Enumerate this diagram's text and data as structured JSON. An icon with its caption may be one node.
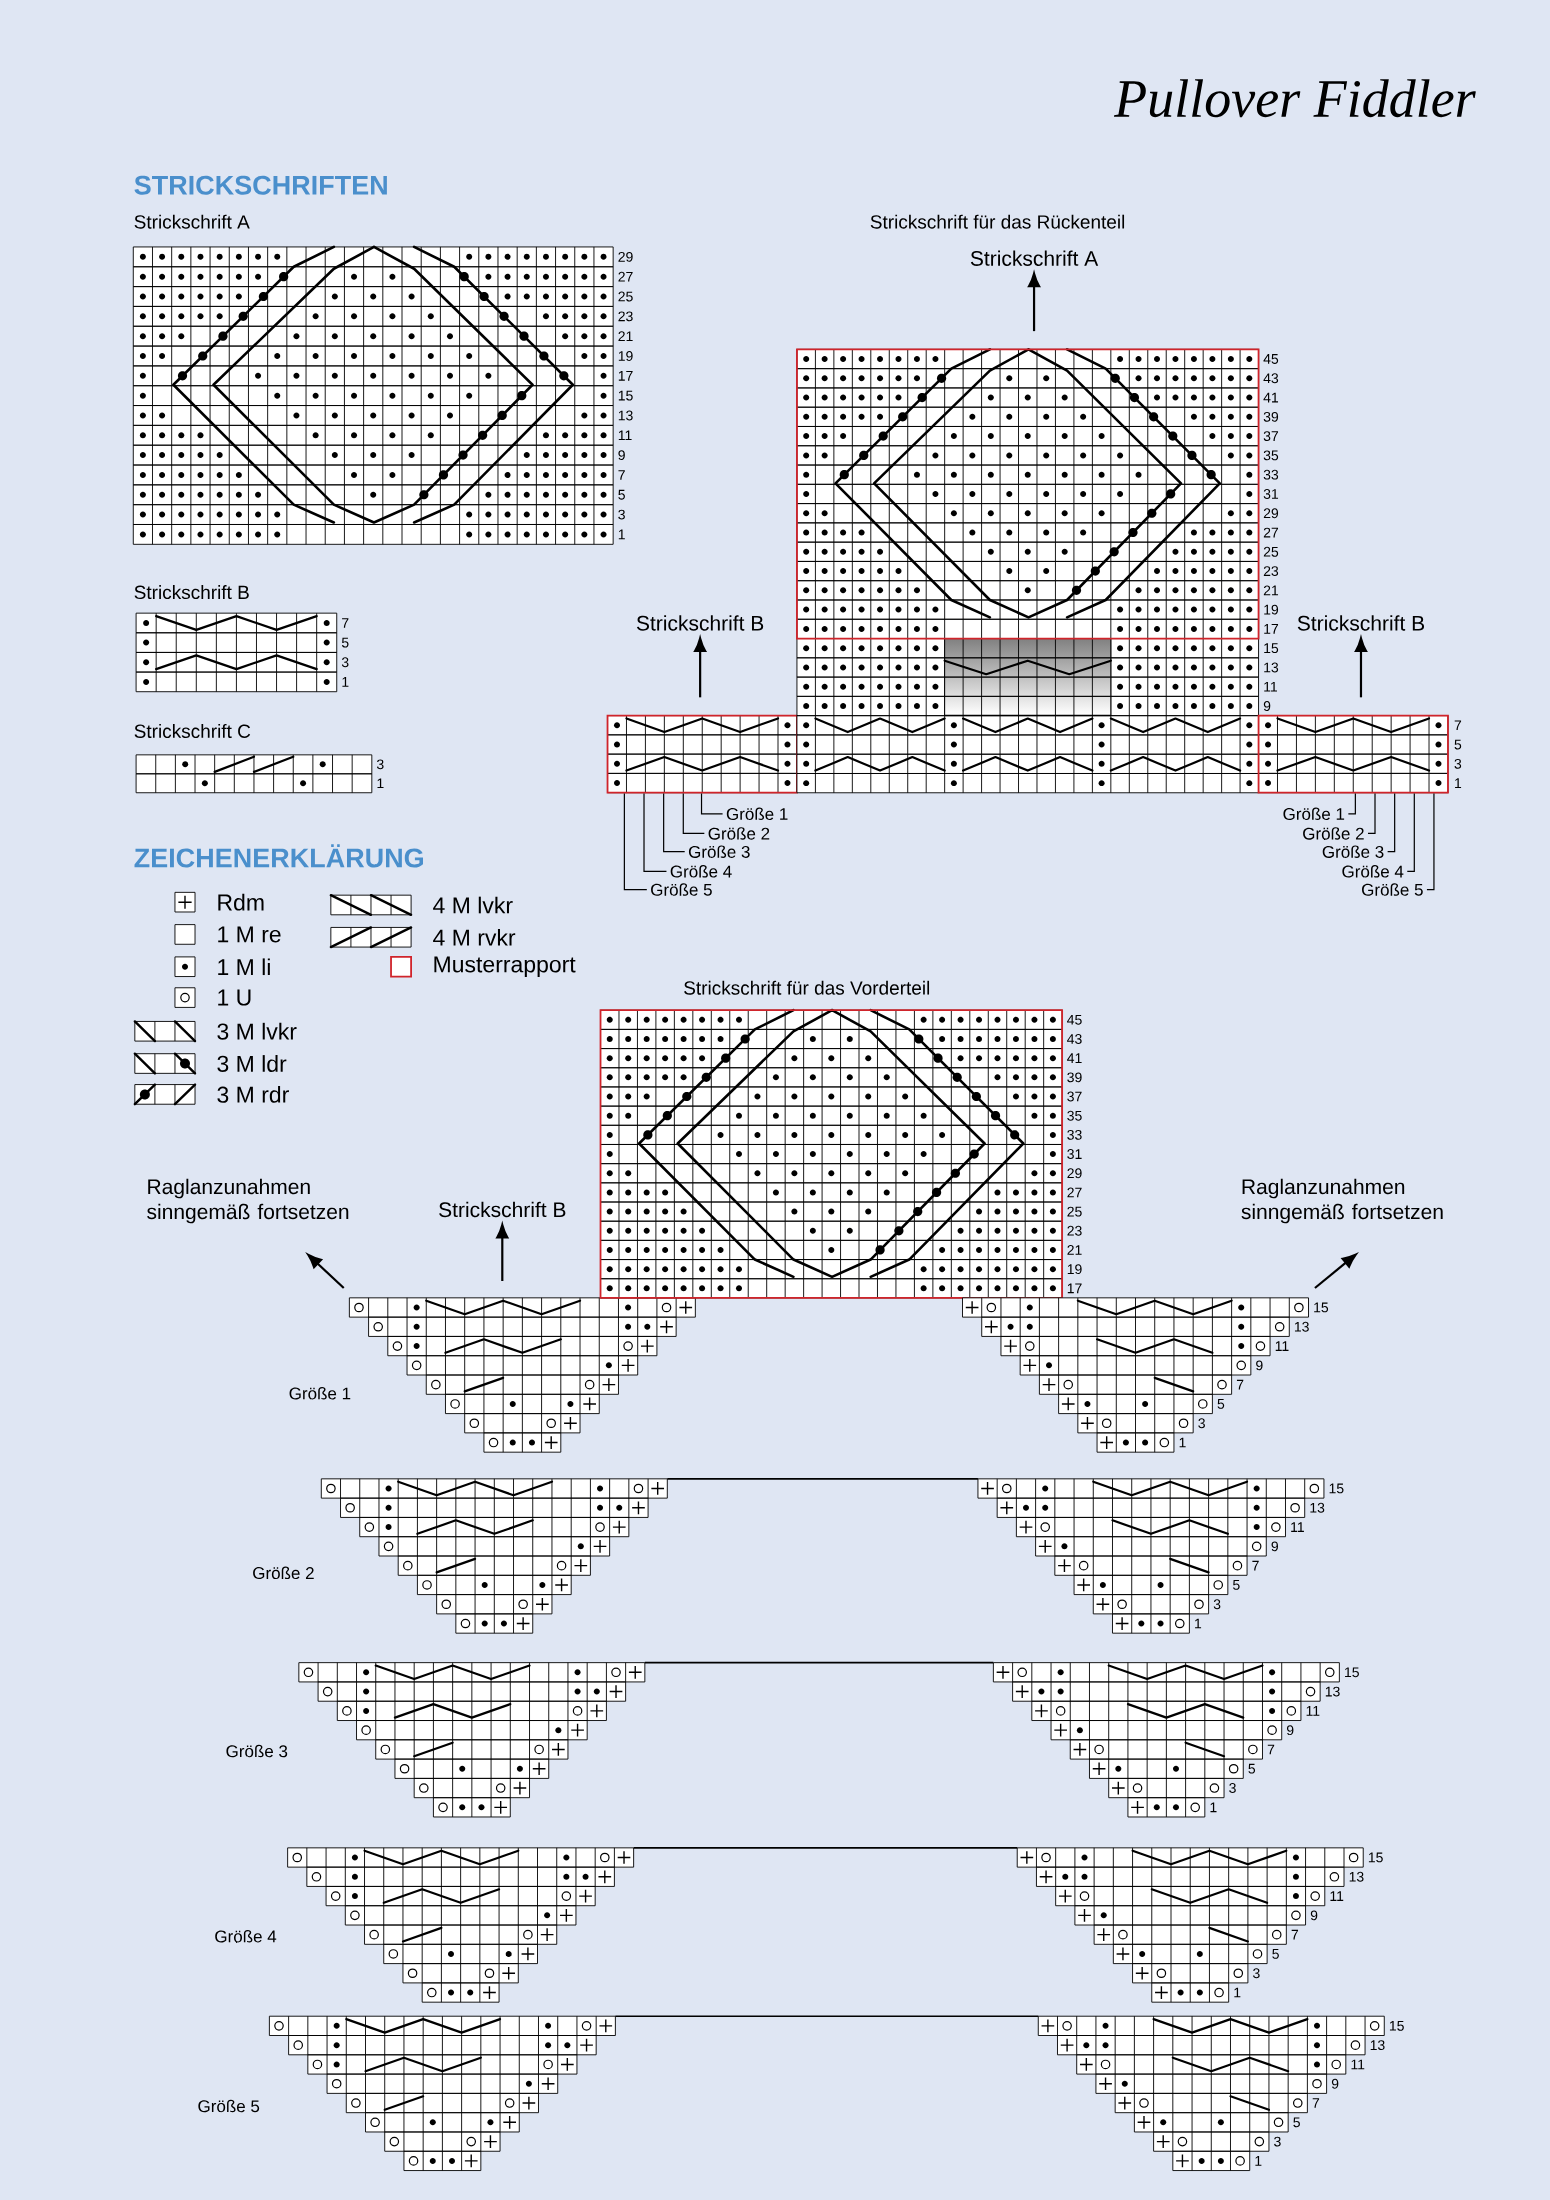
{
  "diagram": {
    "title": "Pullover Fiddler",
    "nodes": [
      {
        "text": [
          "Strickschrift A"
        ]
      },
      {
        "text": [
          "Strickschrift B"
        ]
      },
      {
        "text": [
          "Strickschrift B"
        ]
      },
      {
        "text": [],
        "shape": "grid"
      },
      {
        "text": [],
        "shape": "grid"
      },
      {
        "text": [],
        "shape": "grid"
      },
      {
        "text": [
          "Größe 1"
        ]
      },
      {
        "text": [
          "Größe 2"
        ]
      },
      {
        "text": [
          "Größe 3"
        ]
      },
      {
        "text": [
          "Größe 4"
        ]
      },
      {
        "text": [
          "Größe 5"
        ]
      },
      {
        "text": [
          "Größe 1"
        ]
      },
      {
        "text": [
          "Größe 2"
        ]
      },
      {
        "text": [
          "Größe 3"
        ]
      },
      {
        "text": [
          "Größe 4"
        ]
      },
      {
        "text": [
          "Größe 5"
        ]
      },
      {
        "text": [
          "Raglanzunahmen sinngemäß fortsetzen"
        ]
      },
      {
        "text": [
          "Strickschrift B"
        ]
      },
      {
        "text": [
          "Raglanzunahmen sinngemäß fortsetzen"
        ]
      },
      {
        "text": [],
        "shape": "grid"
      },
      {
        "text": [],
        "shape": "grid"
      },
      {
        "text": [],
        "shape": "grid"
      }
    ],
    "edges": [
      {
        "from": 4,
        "to": 0,
        "arrow": "to"
      },
      {
        "from": 3,
        "to": 1,
        "arrow": "to"
      },
      {
        "from": 5,
        "to": 2,
        "arrow": "to"
      },
      {
        "from": 6,
        "to": 3,
        "arrow": "none"
      },
      {
        "from": 7,
        "to": 3,
        "arrow": "none"
      },
      {
        "from": 8,
        "to": 3,
        "arrow": "none"
      },
      {
        "from": 9,
        "to": 3,
        "arrow": "none"
      },
      {
        "from": 10,
        "to": 3,
        "arrow": "none"
      },
      {
        "from": 11,
        "to": 5,
        "arrow": "none"
      },
      {
        "from": 12,
        "to": 5,
        "arrow": "none"
      },
      {
        "from": 13,
        "to": 5,
        "arrow": "none"
      },
      {
        "from": 14,
        "to": 5,
        "arrow": "none"
      },
      {
        "from": 15,
        "to": 5,
        "arrow": "none"
      },
      {
        "from": 19,
        "to": 16,
        "arrow": "to"
      },
      {
        "from": 19,
        "to": 17,
        "arrow": "to"
      },
      {
        "from": 21,
        "to": 18,
        "arrow": "to"
      }
    ],
    "labels": [
      "STRICKSCHRIFTEN",
      "Strickschrift A",
      "29",
      "27",
      "25",
      "23",
      "21",
      "19",
      "17",
      "15",
      "13",
      "11",
      "9",
      "7",
      "5",
      "3",
      "1",
      "Strickschrift für das Rückenteil",
      "45",
      "43",
      "41",
      "39",
      "37",
      "35",
      "33",
      "31",
      "29",
      "27",
      "25",
      "23",
      "21",
      "19",
      "17",
      "15",
      "13",
      "11",
      "9",
      "7",
      "5",
      "3",
      "1",
      "Strickschrift B",
      "7",
      "5",
      "3",
      "1",
      "Strickschrift C",
      "3",
      "1",
      "ZEICHENERKLÄRUNG",
      "Strickschrift für das Vorderteil",
      "45",
      "43",
      "41",
      "39",
      "37",
      "35",
      "33",
      "31",
      "29",
      "27",
      "25",
      "23",
      "21",
      "19",
      "17",
      "15",
      "13",
      "11",
      "9",
      "7",
      "5",
      "3",
      "1",
      "Größe 1",
      "Größe 2",
      "15",
      "13",
      "11",
      "9",
      "7",
      "5",
      "3",
      "1",
      "Größe 3",
      "15",
      "13",
      "11",
      "9",
      "7",
      "5",
      "3",
      "1",
      "Größe 4",
      "15",
      "13",
      "11",
      "9",
      "7",
      "5",
      "3",
      "1",
      "Größe 5",
      "15",
      "13",
      "11",
      "9",
      "7",
      "5",
      "3",
      "1"
    ],
    "legend": [
      {
        "text": "Rdm"
      },
      {
        "text": "1 M re"
      },
      {
        "text": "1 M li"
      },
      {
        "text": "1 U"
      },
      {
        "text": "3 M lvkr"
      },
      {
        "text": "3 M ldr"
      },
      {
        "text": "3 M rdr"
      },
      {
        "text": "4 M lvkr"
      },
      {
        "text": "4 M rvkr"
      },
      {
        "text": "Musterrapport"
      }
    ]
  }
}
